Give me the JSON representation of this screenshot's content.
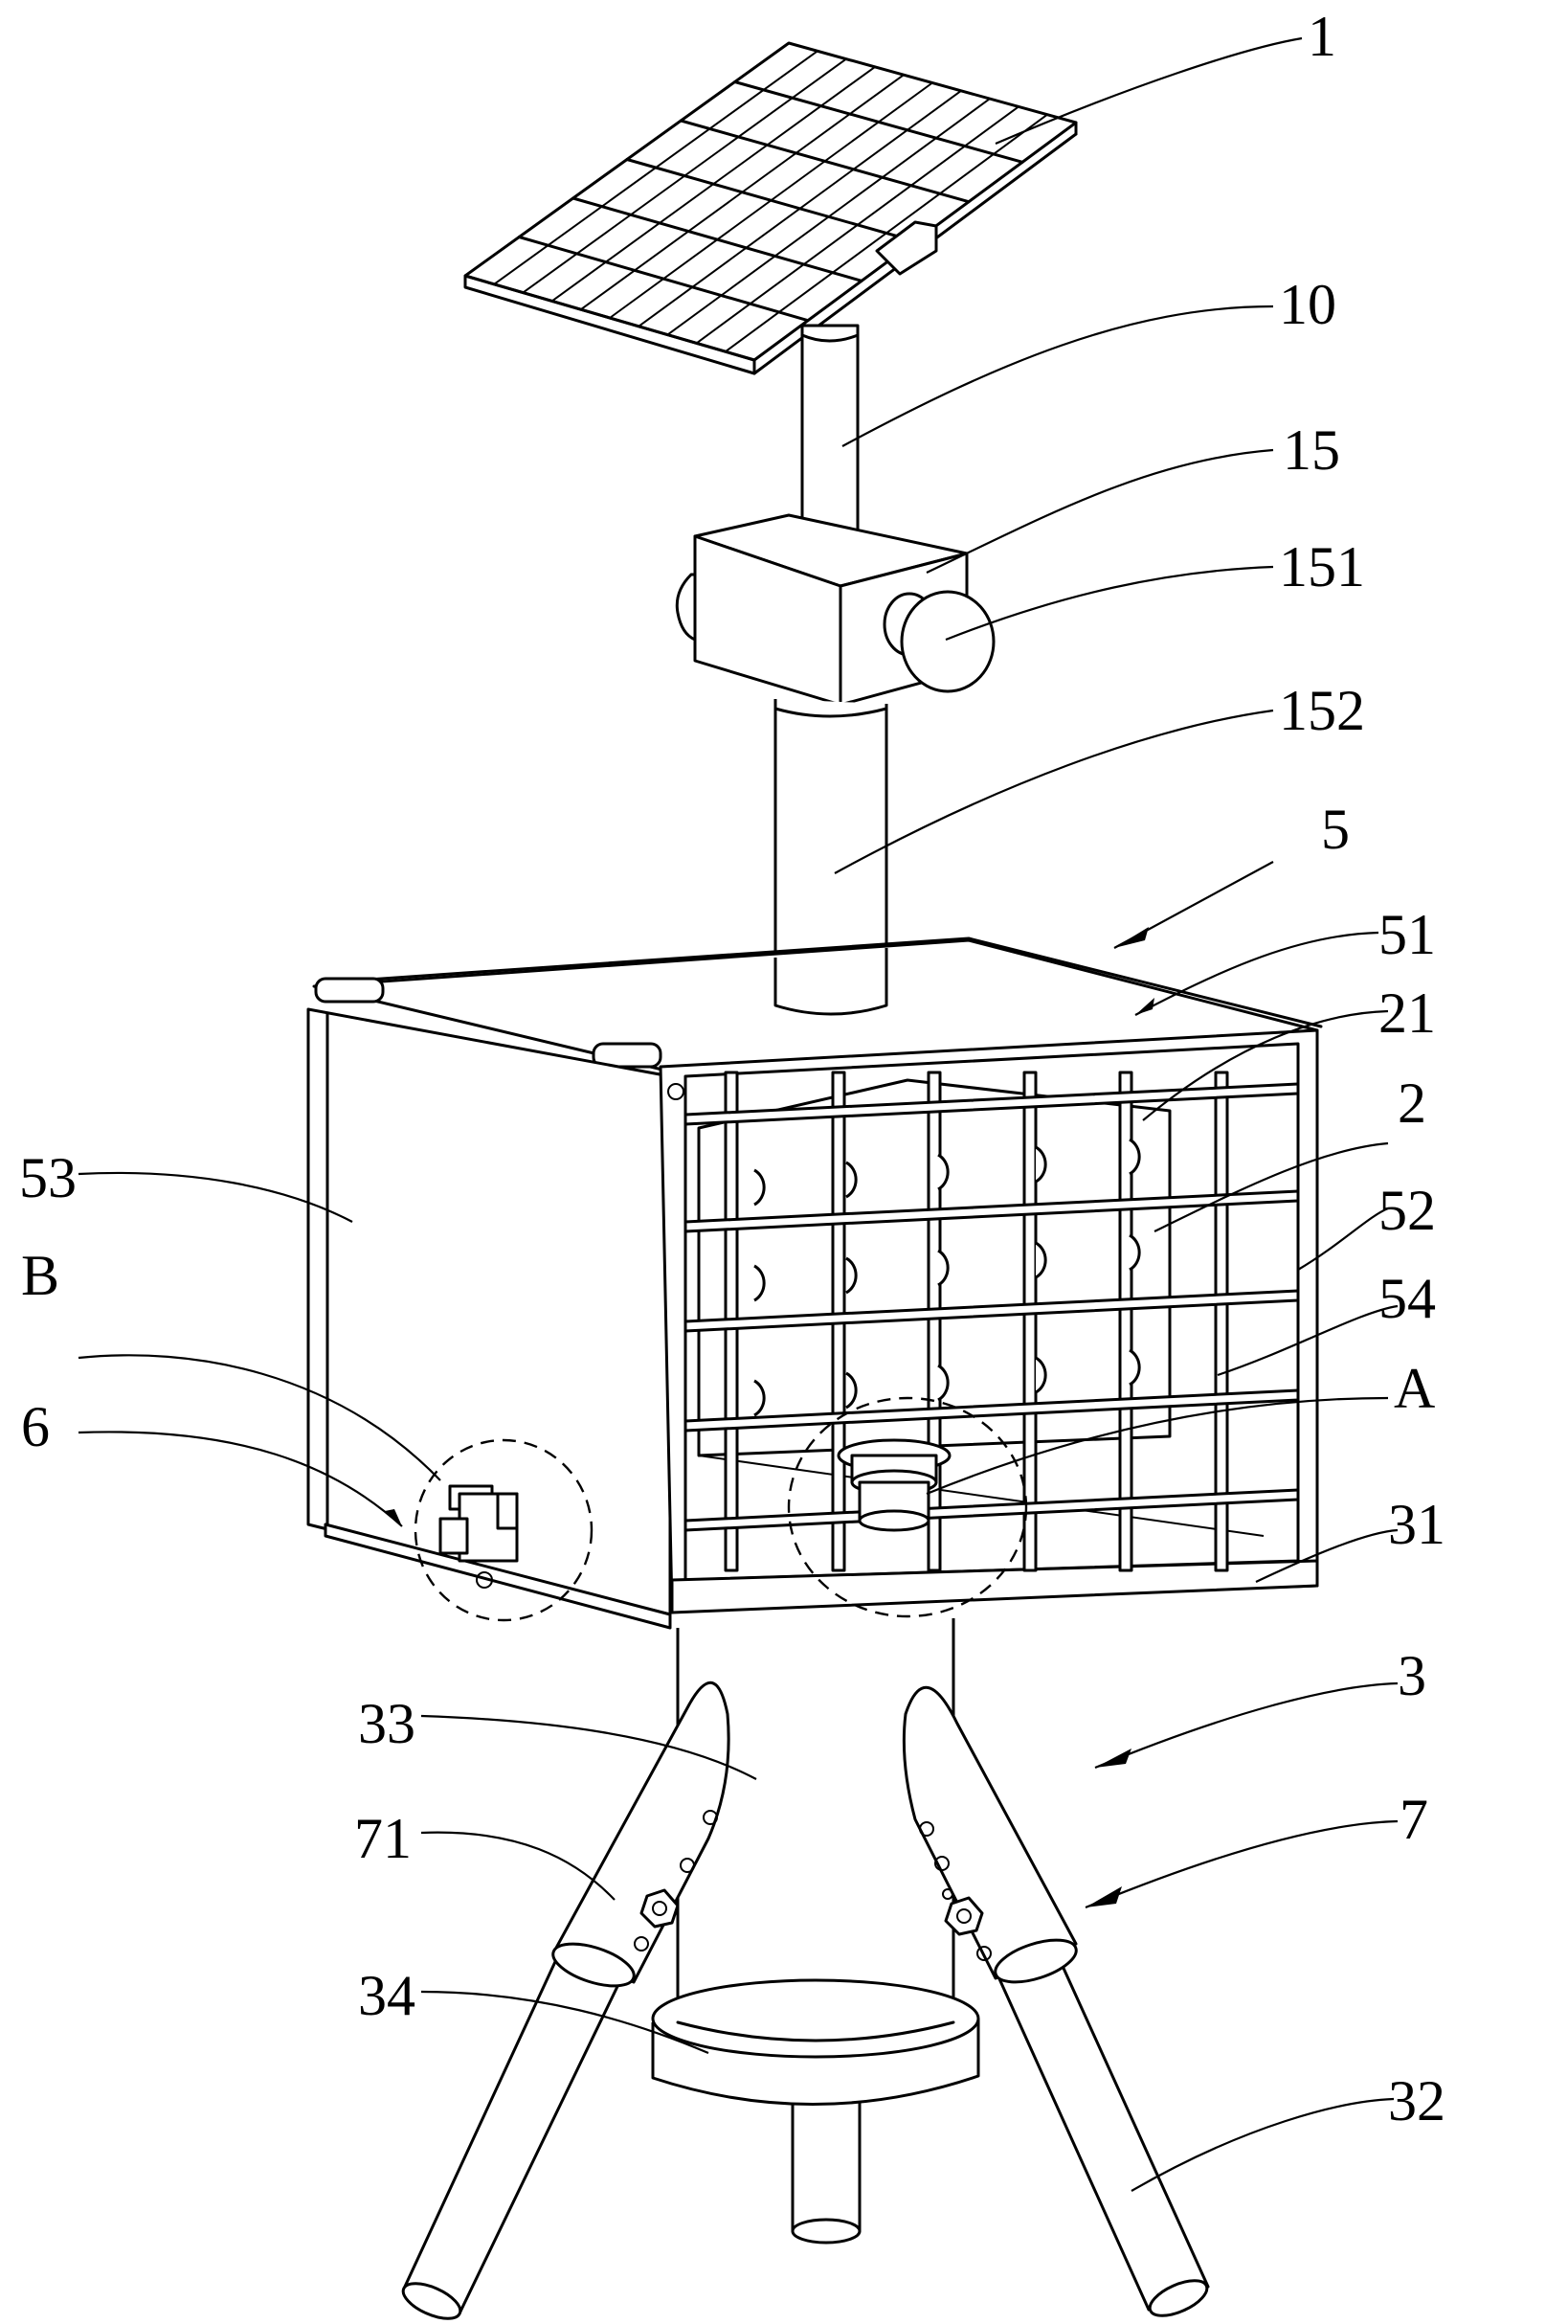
{
  "labels": {
    "l1": "1",
    "l10": "10",
    "l15": "15",
    "l151": "151",
    "l152": "152",
    "l5": "5",
    "l51": "51",
    "l21": "21",
    "l2": "2",
    "l53": "53",
    "l52": "52",
    "lB": "B",
    "l54": "54",
    "l6": "6",
    "lA": "A",
    "l31": "31",
    "l3": "3",
    "l33": "33",
    "l71": "71",
    "l7": "7",
    "l34": "34",
    "l32": "32"
  }
}
